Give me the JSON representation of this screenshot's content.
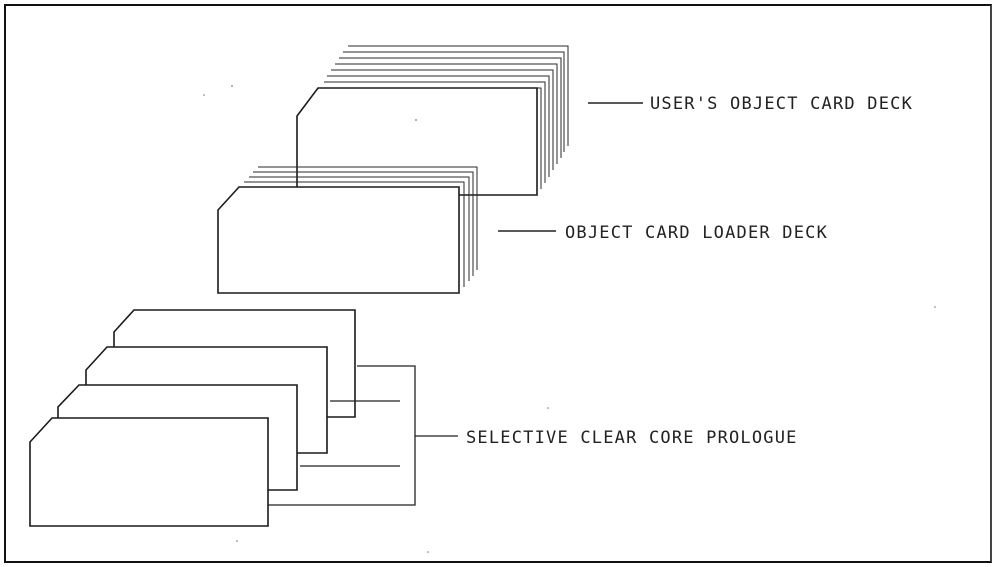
{
  "labels": {
    "user_object_card_deck": "USER'S OBJECT CARD DECK",
    "object_card_loader_deck": "OBJECT CARD LOADER DECK",
    "selective_clear_core_prologue": "SELECTIVE CLEAR CORE PROLOGUE"
  },
  "colors": {
    "ink": "#1a1a1a",
    "paper": "#ffffff"
  }
}
